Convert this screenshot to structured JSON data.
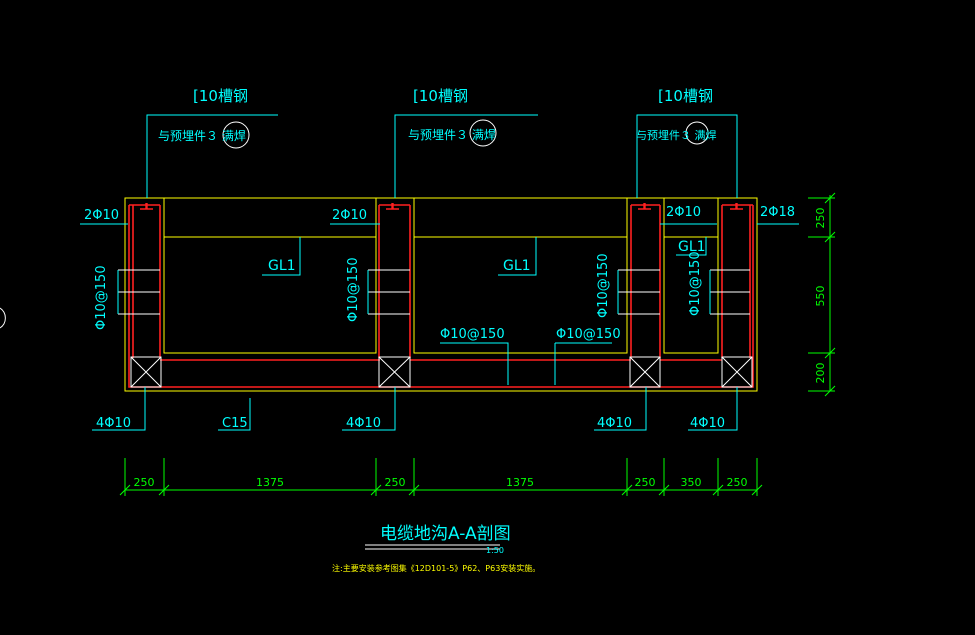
{
  "colors": {
    "background": "#000000",
    "concrete": "#ffff00",
    "rebar": "#ff2020",
    "leader": "#00ffff",
    "dimension": "#00ff00",
    "text": "#00ffff"
  },
  "annotations": {
    "channel_steel": "[10槽钢",
    "weld_note": "与预埋件３ 满焊",
    "top_bar_2phi10": "2Φ10",
    "top_bar_2phi18": "2Φ18",
    "gl1": "GL1",
    "wall_bar": "Φ10@150",
    "bottom_4phi10": "4Φ10",
    "c15": "C15"
  },
  "dimensions": {
    "horizontal": [
      "250",
      "1375",
      "250",
      "1375",
      "250",
      "350",
      "250"
    ],
    "vertical": [
      "250",
      "550",
      "200"
    ]
  },
  "title": {
    "main": "电缆地沟A-A剖图",
    "scale": "1:50",
    "note": "注:主要安装参考图集《12D101-5》P62、P63安装实施。"
  }
}
